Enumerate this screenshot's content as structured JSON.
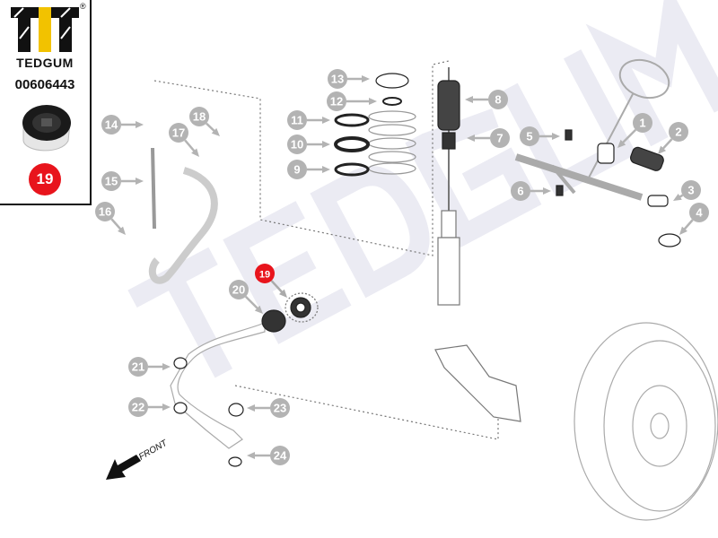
{
  "brand": {
    "name": "TEDGUM",
    "registered_mark": "®",
    "watermark": "TEDGUM"
  },
  "product": {
    "part_number": "00606443",
    "position_number": "19"
  },
  "diagram": {
    "highlighted": "19",
    "highlight_color": "#e8141c",
    "callout_color": "#b3b3b3",
    "callouts": [
      "1",
      "2",
      "3",
      "4",
      "5",
      "6",
      "7",
      "8",
      "9",
      "10",
      "11",
      "12",
      "13",
      "14",
      "15",
      "16",
      "17",
      "18",
      "19",
      "20",
      "21",
      "22",
      "23",
      "24"
    ],
    "direction_label": "FRONT"
  }
}
